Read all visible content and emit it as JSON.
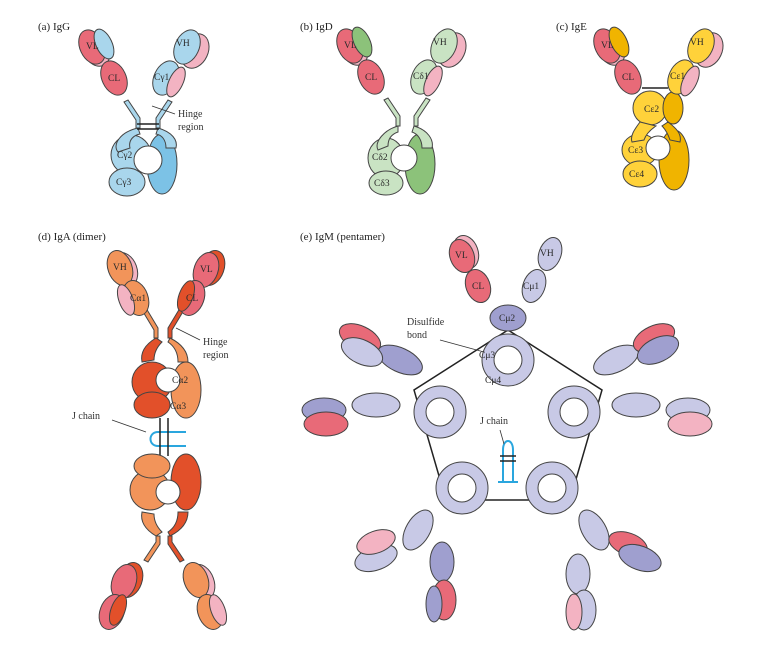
{
  "panels": [
    {
      "id": "a",
      "title": "(a) IgG"
    },
    {
      "id": "b",
      "title": "(b) IgD"
    },
    {
      "id": "c",
      "title": "(c) IgE"
    },
    {
      "id": "d",
      "title": "(d) IgA (dimer)"
    },
    {
      "id": "e",
      "title": "(e) IgM (pentamer)"
    }
  ],
  "labels": {
    "hinge_region_line1": "Hinge",
    "hinge_region_line2": "region",
    "j_chain": "J chain",
    "disulfide_line1": "Disulfide",
    "disulfide_line2": "bond"
  },
  "domains": {
    "IgG": {
      "vl": "VL",
      "cl": "CL",
      "vh": "VH",
      "ch1": "Cγ1",
      "ch2": "Cγ2",
      "ch3": "Cγ3"
    },
    "IgD": {
      "vl": "VL",
      "cl": "CL",
      "vh": "VH",
      "ch1": "Cδ1",
      "ch2": "Cδ2",
      "ch3": "Cδ3"
    },
    "IgE": {
      "vl": "VL",
      "cl": "CL",
      "vh": "VH",
      "ch1": "Cε1",
      "ch2": "Cε2",
      "ch3": "Cε3",
      "ch4": "Cε4"
    },
    "IgA": {
      "vl": "VL",
      "cl": "CL",
      "vh": "VH",
      "ch1": "Cα1",
      "ch2": "Cα2",
      "ch3": "Cα3"
    },
    "IgM": {
      "vl": "VL",
      "cl": "CL",
      "vh": "VH",
      "ch1": "Cμ1",
      "ch2": "Cμ2",
      "ch3": "Cμ3",
      "ch4": "Cμ4"
    }
  },
  "colors": {
    "light_chain": "#e86a78",
    "light_chain_back": "#f3b3c2",
    "igg_heavy": "#a9d6ec",
    "igg_heavy_dark": "#7cc2e6",
    "igd_heavy": "#c9e3c3",
    "igd_heavy_dark": "#8cc27a",
    "ige_heavy": "#ffd23a",
    "ige_heavy_dark": "#f0b400",
    "iga_heavy": "#f2945a",
    "iga_heavy_dark": "#e2502a",
    "igm_heavy": "#c8c9e6",
    "igm_heavy_dark": "#9f9fcf",
    "j_chain": "#2aa6de",
    "bond": "#222222"
  }
}
